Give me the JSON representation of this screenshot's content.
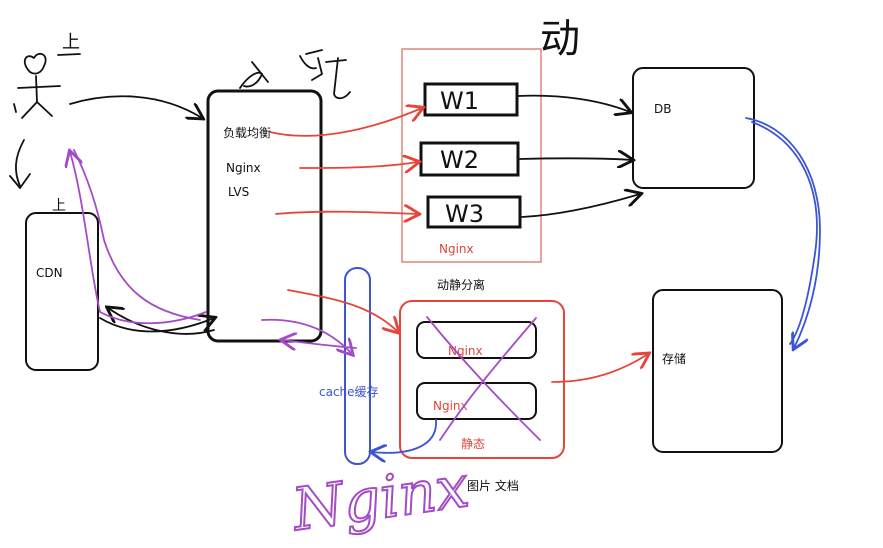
{
  "colors": {
    "ink": "#111111",
    "red": "#e8453a",
    "purple": "#a44bc6",
    "blue": "#3b55d6",
    "box_border": "#e07a70"
  },
  "labels": {
    "user_up": "上",
    "cdn_up": "上",
    "lb_title": "负载均衡",
    "lb_nginx": "Nginx",
    "lb_lvs": "LVS",
    "cdn": "CDN",
    "w1": "W1",
    "w2": "W2",
    "w3": "W3",
    "dynamic_nginx": "Nginx",
    "dynamic_static_sep": "动静分离",
    "dynamic_hand": "动",
    "db": "DB",
    "storage": "存储",
    "static_nginx_top": "Nginx",
    "static_nginx_bottom": "Nginx",
    "static": "静态",
    "images_docs": "图片 文档",
    "cache": "cache缓存",
    "purple_scribble": "Nginx"
  }
}
